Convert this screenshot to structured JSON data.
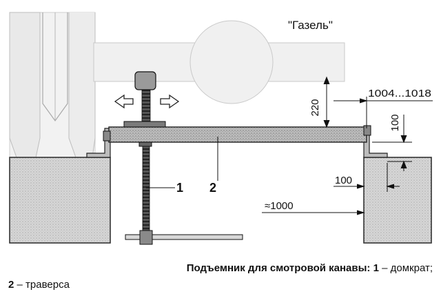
{
  "labels": {
    "vehicle": "\"Газель\"",
    "dim_220": "220",
    "dim_1004_1018": "1004...1018",
    "dim_100_vertical": "100",
    "dim_100_horizontal": "100",
    "dim_approx_1000": "≈1000",
    "part_1": "1",
    "part_2": "2"
  },
  "caption": {
    "title": "Подъемник для смотровой канавы:",
    "item1_num": "1",
    "item1_text": "– домкрат;",
    "item2_num": "2",
    "item2_text": "– траверса"
  }
}
